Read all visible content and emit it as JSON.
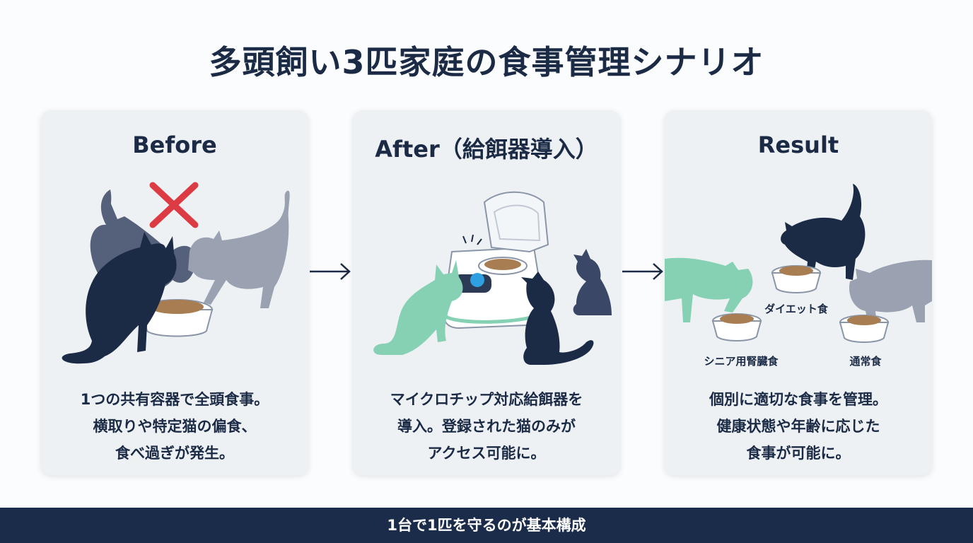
{
  "title": "多頭飼い3匹家庭の食事管理シナリオ",
  "panels": [
    {
      "heading": "Before",
      "lines": [
        "1つの共有容器で全頭食事。",
        "横取りや特定猫の偏食、",
        "食べ過ぎが発生。"
      ]
    },
    {
      "heading": "After（給餌器導入）",
      "lines": [
        "マイクロチップ対応給餌器を",
        "導入。登録された猫のみが",
        "アクセス可能に。"
      ]
    },
    {
      "heading": "Result",
      "lines": [
        "個別に適切な食事を管理。",
        "健康状態や年齢に応じた",
        "食事が可能に。"
      ],
      "bowl_labels": {
        "diet": "ダイエット食",
        "senior": "シニア用腎臓食",
        "normal": "通常食"
      }
    }
  ],
  "footer": "1台で1匹を守るのが基本構成",
  "colors": {
    "navy": "#1b2a45",
    "slate": "#55607a",
    "gray_cat": "#9aa1b1",
    "mint": "#86d1b4",
    "red_x": "#dc3b43",
    "footer_bg": "#1b2c4b"
  }
}
